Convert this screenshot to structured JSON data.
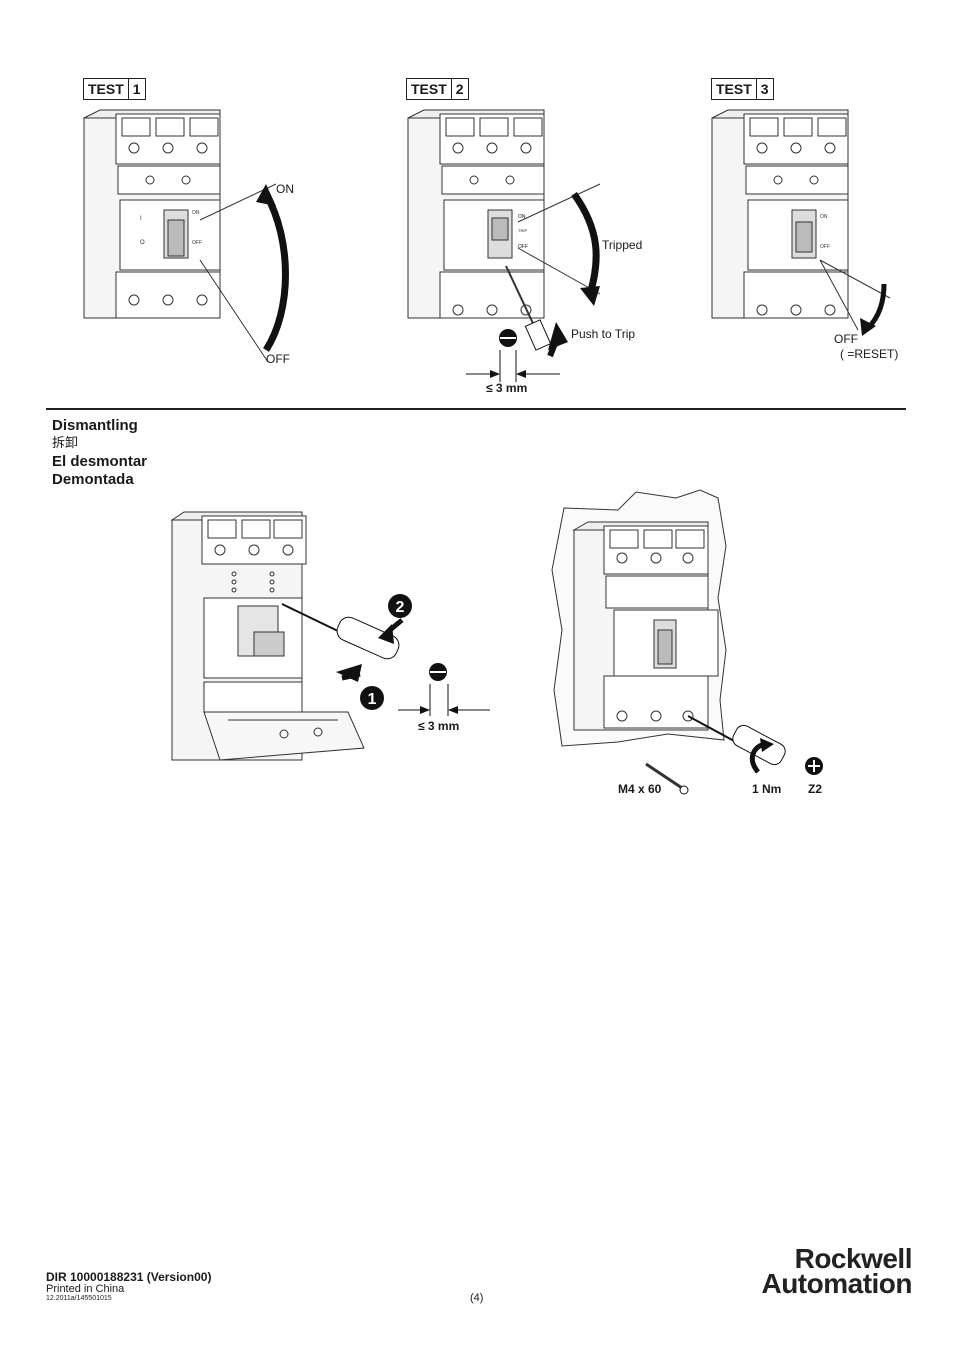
{
  "tests": [
    {
      "word": "TEST",
      "num": "1"
    },
    {
      "word": "TEST",
      "num": "2"
    },
    {
      "word": "TEST",
      "num": "3"
    }
  ],
  "test1": {
    "on": "ON",
    "off": "OFF"
  },
  "test2": {
    "tripped": "Tripped",
    "push_to_trip": "Push to Trip",
    "gap": "≤ 3 mm"
  },
  "test3": {
    "off": "OFF",
    "reset": "( =RESET)"
  },
  "breaker": {
    "on_mark": "ON",
    "trip_mark": "TRIP",
    "off_mark": "OFF",
    "i_mark": "I",
    "o_mark": "O"
  },
  "dismantling": {
    "title_en": "Dismantling",
    "title_zh": "拆卸",
    "title_es": "El desmontar",
    "title_pt": "Demontada"
  },
  "dismantle_left": {
    "step1": "1",
    "step2": "2",
    "gap": "≤ 3 mm"
  },
  "dismantle_right": {
    "screw": "M4 x 60",
    "torque": "1 Nm",
    "bit": "Z2"
  },
  "footer": {
    "doc": "DIR 10000188231 (Version00)",
    "printed": "Printed in China",
    "code": "12.2011a/145501015",
    "page": "(4)"
  },
  "logo": {
    "line1": "Rockwell",
    "line2": "Automation"
  }
}
